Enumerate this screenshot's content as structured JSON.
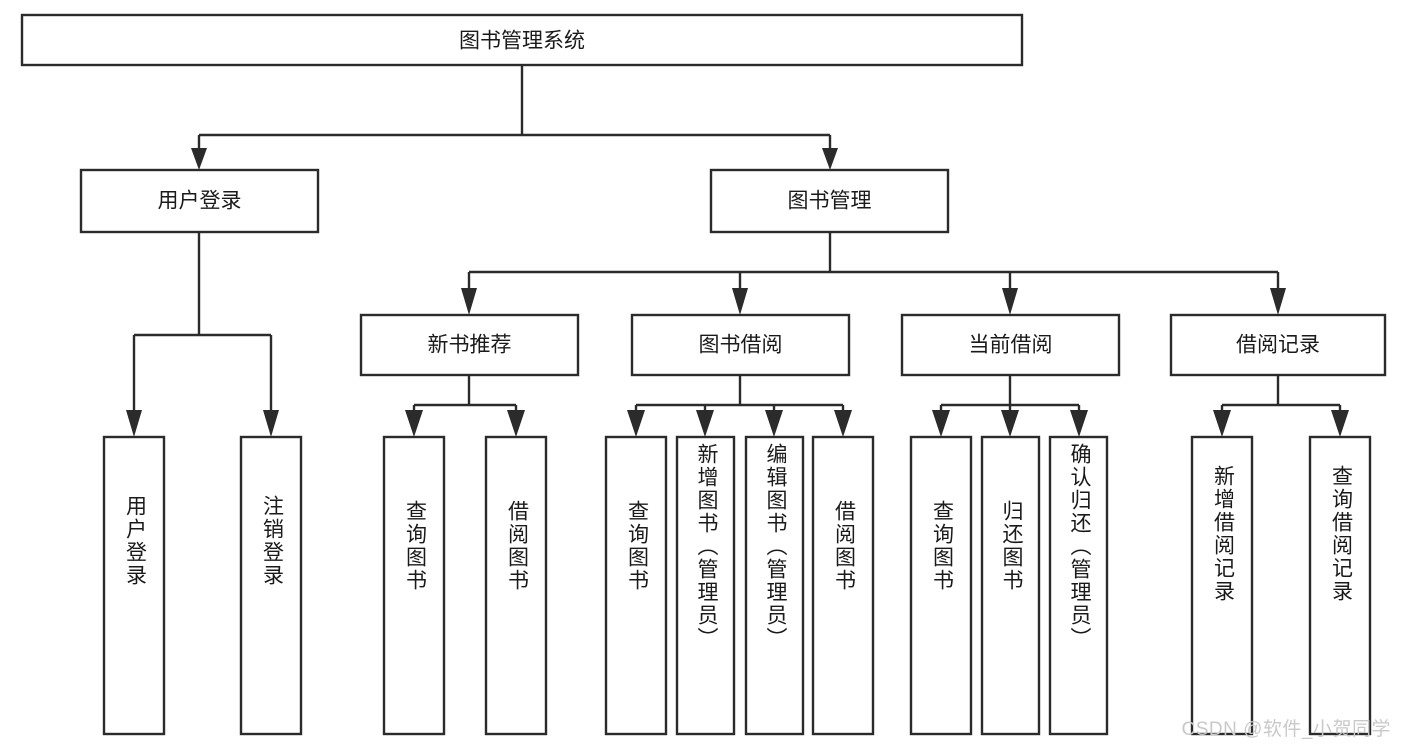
{
  "diagram": {
    "type": "tree",
    "title": "图书管理系统",
    "watermark": "CSDN @软件_小贺同学",
    "colors": {
      "stroke": "#2b2b2b",
      "fill": "#ffffff",
      "text": "#1a1a1a",
      "watermark": "#c9c9c9",
      "background": "#ffffff"
    },
    "root": {
      "label": "图书管理系统"
    },
    "level2": [
      {
        "label": "用户登录"
      },
      {
        "label": "图书管理"
      }
    ],
    "level3": [
      {
        "label": "新书推荐"
      },
      {
        "label": "图书借阅"
      },
      {
        "label": "当前借阅"
      },
      {
        "label": "借阅记录"
      }
    ],
    "leaves": {
      "user_login": [
        {
          "label": "用户登录"
        },
        {
          "label": "注销登录"
        }
      ],
      "new_book": [
        {
          "label": "查询图书"
        },
        {
          "label": "借阅图书"
        }
      ],
      "book_borrow": [
        {
          "label": "查询图书"
        },
        {
          "label": "新增图书（管理员）"
        },
        {
          "label": "编辑图书（管理员）"
        },
        {
          "label": "借阅图书"
        }
      ],
      "current_borrow": [
        {
          "label": "查询图书"
        },
        {
          "label": "归还图书"
        },
        {
          "label": "确认归还（管理员）"
        }
      ],
      "borrow_record": [
        {
          "label": "新增借阅记录"
        },
        {
          "label": "查询借阅记录"
        }
      ]
    }
  }
}
